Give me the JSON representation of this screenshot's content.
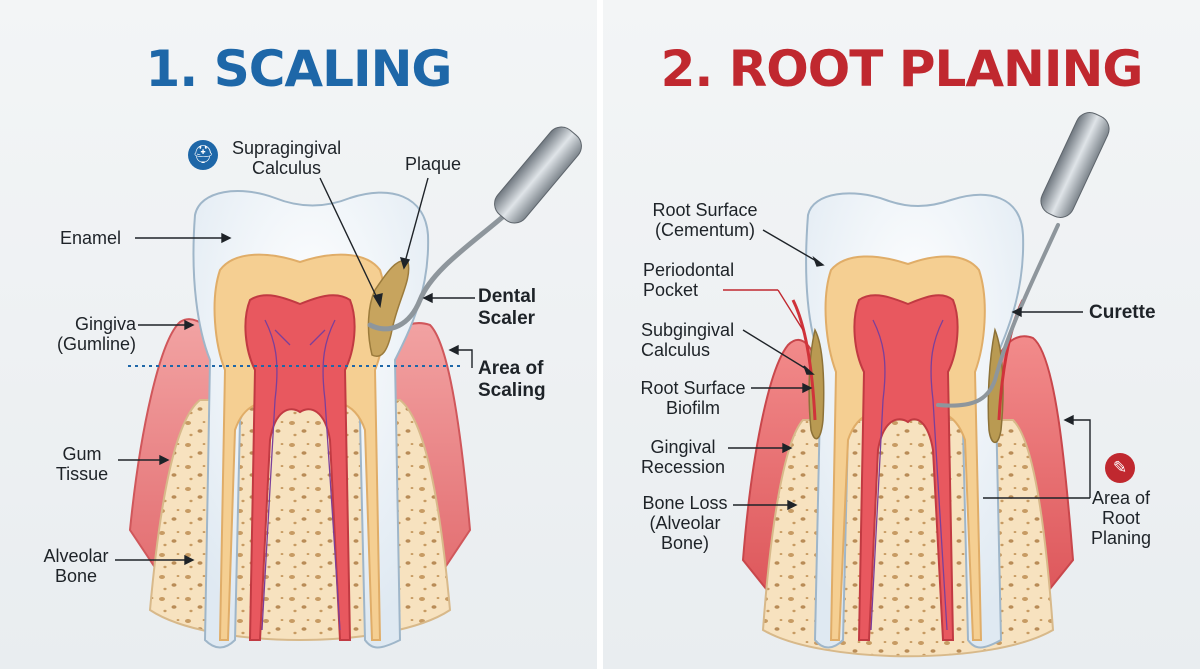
{
  "scaling": {
    "title": "1. SCALING",
    "labels": {
      "supragingival": [
        "Supragingival",
        "Calculus"
      ],
      "plaque": "Plaque",
      "enamel": "Enamel",
      "gingiva": [
        "Gingiva",
        "(Gumline)"
      ],
      "dental_scaler": [
        "Dental",
        "Scaler"
      ],
      "area": [
        "Area of",
        "Scaling"
      ],
      "gum_tissue": [
        "Gum",
        "Tissue"
      ],
      "alveolar_bone": [
        "Alveolar",
        "Bone"
      ]
    },
    "badge_icon": "tooth-icon",
    "accent": "#1e67a8"
  },
  "root_planing": {
    "title": "2. ROOT PLANING",
    "labels": {
      "root_surface": [
        "Root Surface",
        "(Cementum)"
      ],
      "periodontal_pocket": [
        "Periodontal",
        "Pocket"
      ],
      "subgingival": [
        "Subgingival",
        "Calculus"
      ],
      "biofilm": [
        "Root Surface",
        "Biofilm"
      ],
      "recession": [
        "Gingival",
        "Recession"
      ],
      "bone_loss": [
        "Bone Loss",
        "(Alveolar",
        "Bone)"
      ],
      "curette": "Curette",
      "area": [
        "Area of",
        "Root",
        "Planing"
      ]
    },
    "badge_icon": "wrench-icon",
    "accent": "#c0282f"
  }
}
